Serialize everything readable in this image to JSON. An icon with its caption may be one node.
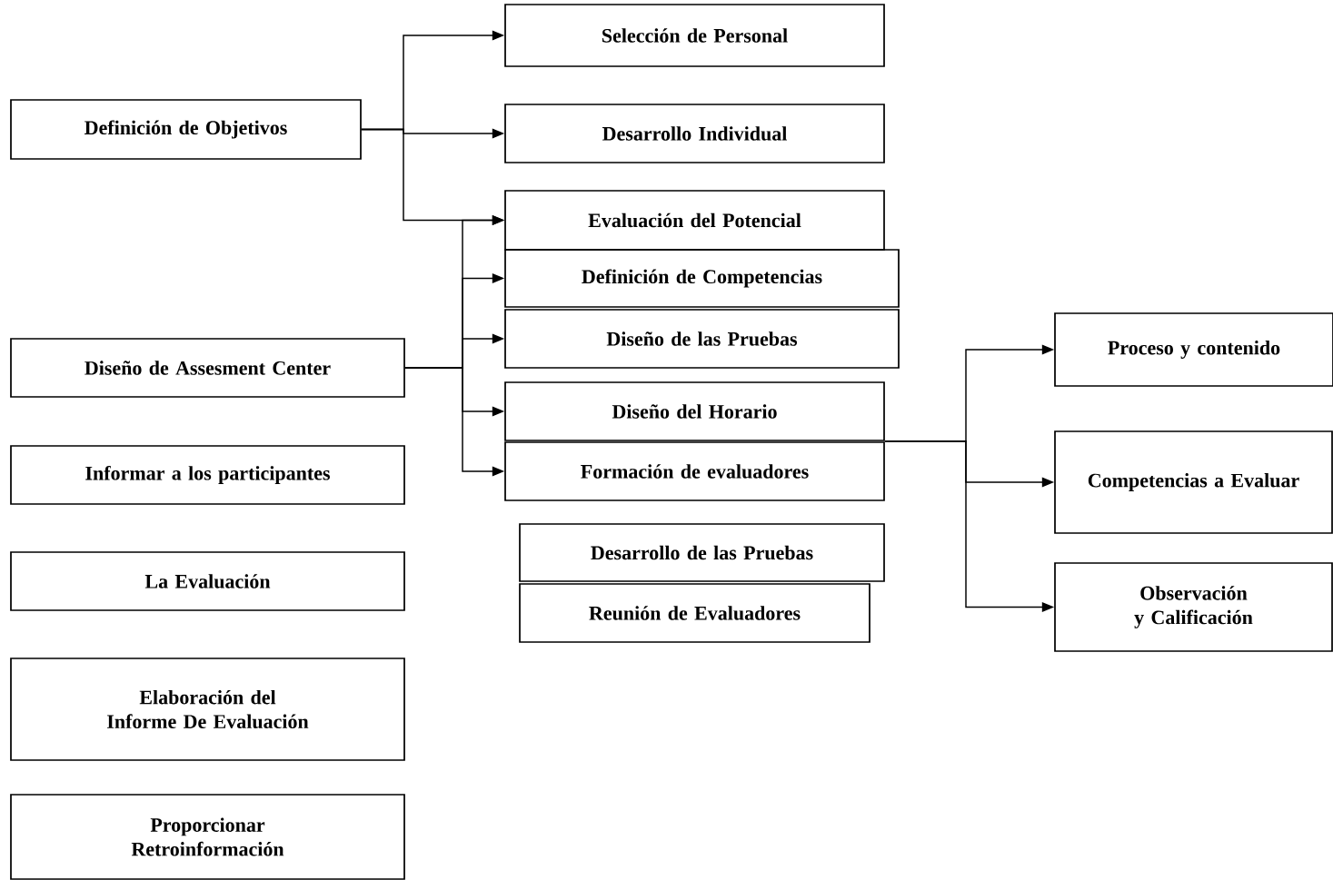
{
  "diagram": {
    "nodes": [
      {
        "text": [
          "Definición de Objetivos"
        ]
      },
      {
        "text": [
          "Selección de Personal"
        ]
      },
      {
        "text": [
          "Desarrollo Individual"
        ]
      },
      {
        "text": [
          "Evaluación del Potencial"
        ]
      },
      {
        "text": [
          "Definición de Competencias"
        ]
      },
      {
        "text": [
          "Diseño de las Pruebas"
        ]
      },
      {
        "text": [
          "Diseño de Assesment Center"
        ]
      },
      {
        "text": [
          "Diseño del Horario"
        ]
      },
      {
        "text": [
          "Formación de evaluadores"
        ]
      },
      {
        "text": [
          "Informar a los participantes"
        ]
      },
      {
        "text": [
          "Proceso y contenido"
        ]
      },
      {
        "text": [
          "Competencias a Evaluar"
        ]
      },
      {
        "text": [
          "Observación y Calificación"
        ]
      },
      {
        "text": [
          "Desarrollo de las Pruebas"
        ]
      },
      {
        "text": [
          "Reunión de Evaluadores"
        ]
      },
      {
        "text": [
          "La Evaluación"
        ]
      },
      {
        "text": [
          "Elaboración del Informe De Evaluación"
        ]
      },
      {
        "text": [
          "Proporcionar Retroinformación"
        ]
      }
    ],
    "edges": [
      {
        "from": 0,
        "to": 1,
        "arrow": "to"
      },
      {
        "from": 0,
        "to": 2,
        "arrow": "to"
      },
      {
        "from": 0,
        "to": 3,
        "arrow": "to"
      },
      {
        "from": 6,
        "to": 3,
        "arrow": "to"
      },
      {
        "from": 6,
        "to": 4,
        "arrow": "to"
      },
      {
        "from": 6,
        "to": 5,
        "arrow": "to"
      },
      {
        "from": 6,
        "to": 7,
        "arrow": "to"
      },
      {
        "from": 6,
        "to": 8,
        "arrow": "to"
      },
      {
        "from": 7,
        "to": 10,
        "arrow": "to"
      },
      {
        "from": 7,
        "to": 11,
        "arrow": "to"
      },
      {
        "from": 7,
        "to": 12,
        "arrow": "to"
      }
    ]
  }
}
